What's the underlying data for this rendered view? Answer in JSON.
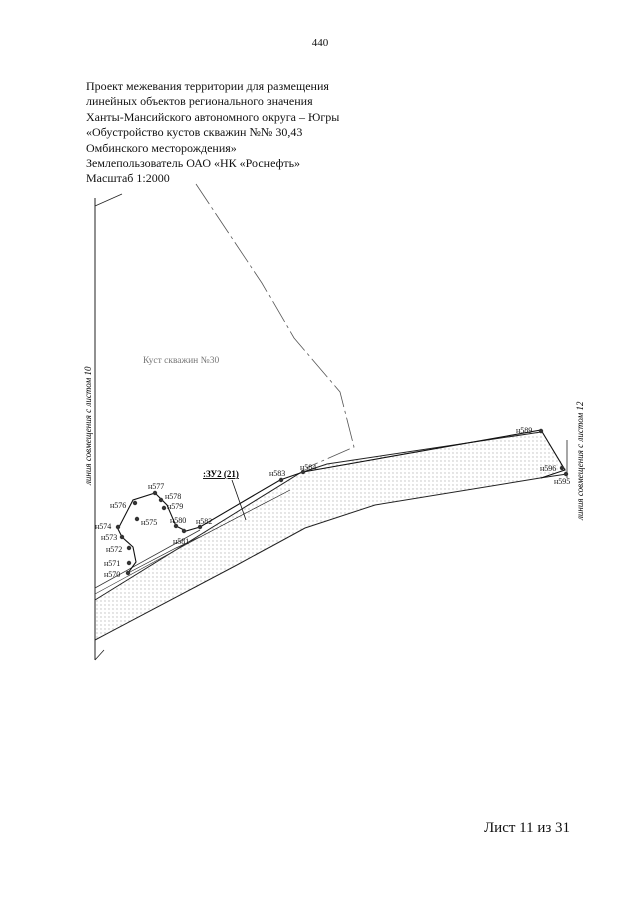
{
  "page_number": "440",
  "title_lines": [
    "Проект межевания территории для размещения",
    "линейных объектов регионального значения",
    "Ханты-Мансийского автономного округа – Югры",
    "«Обустройство кустов скважин №№ 30,43",
    "Омбинского месторождения»",
    "Землепользователь ОАО «НК «Роснефть»",
    "Масштаб 1:2000"
  ],
  "map": {
    "left_match_line": "линия совмещения с листом 10",
    "right_match_line": "линия совмещения с листом 12",
    "well_cluster_label": "Куст скважин №30",
    "parcel_label": ":ЗУ2 (21)",
    "points": {
      "p570": "н570",
      "p571": "н571",
      "p572": "н572",
      "p573": "н573",
      "p574": "н574",
      "p575": "н575",
      "p576": "н576",
      "p577": "н577",
      "p578": "н578",
      "p579": "н579",
      "p580": "н580",
      "p581": "н581",
      "p582": "н582",
      "p583": "н583",
      "p584": "н584",
      "p589": "н589",
      "p595": "н595",
      "p596": "н596"
    }
  },
  "sheet_label": "Лист 11 из 31"
}
